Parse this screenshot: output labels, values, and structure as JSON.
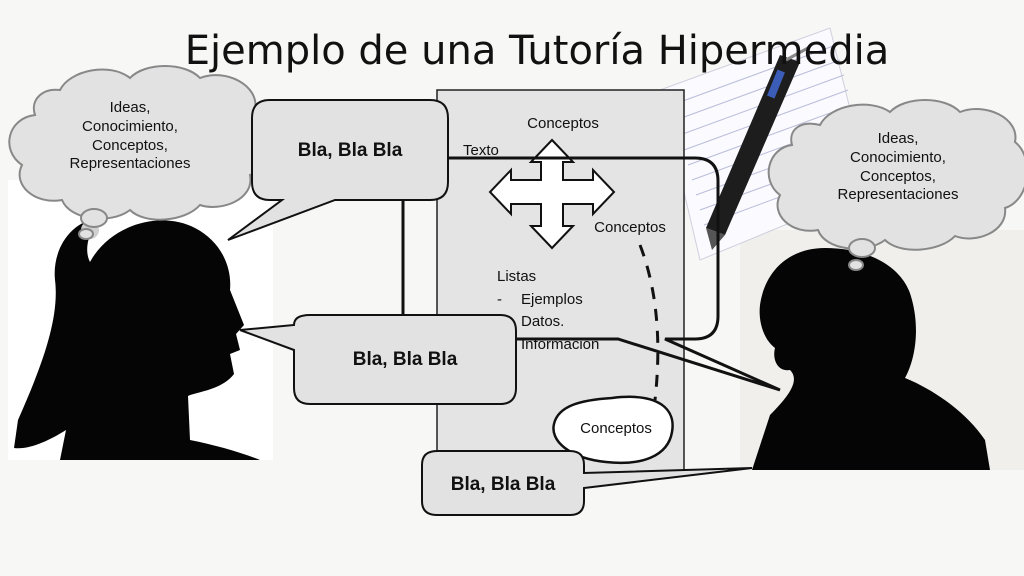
{
  "title": "Ejemplo de una Tutoría Hipermedia",
  "left_thought": [
    "Ideas,",
    "Conocimiento,",
    "Conceptos,",
    "Representaciones"
  ],
  "right_thought": [
    "Ideas,",
    "Conocimiento,",
    "Conceptos,",
    "Representaciones"
  ],
  "speech_top": "Bla, Bla Bla",
  "speech_mid": "Bla, Bla Bla",
  "speech_bottom": "Bla, Bla Bla",
  "document": {
    "concepts_top": "Conceptos",
    "texto": "Texto",
    "concepts_right": "Conceptos",
    "list_title": "Listas",
    "list_items": [
      "Ejemplos",
      "Datos.",
      "Información"
    ],
    "concepts_bottom": "Conceptos"
  }
}
